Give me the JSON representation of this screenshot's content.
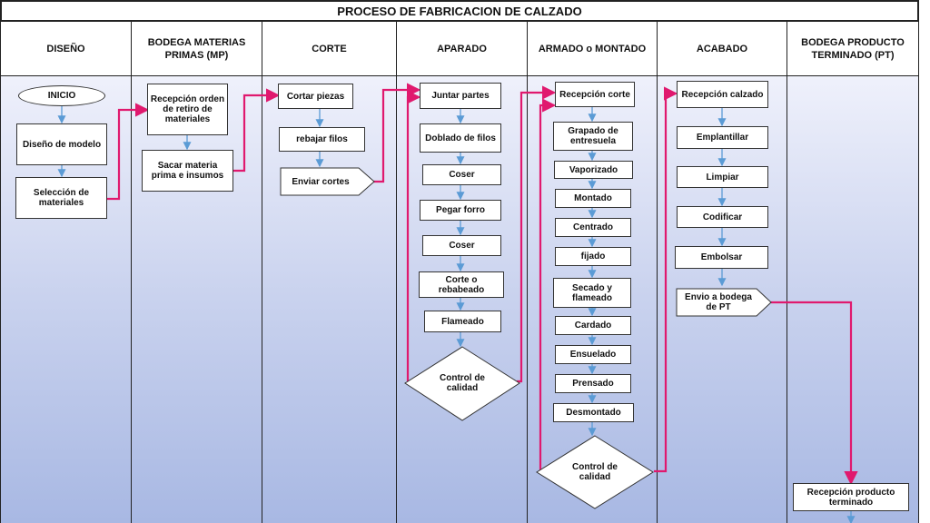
{
  "title": "PROCESO DE FABRICACION DE CALZADO",
  "lanes": [
    {
      "label": "DISEÑO"
    },
    {
      "label": "BODEGA MATERIAS PRIMAS (MP)"
    },
    {
      "label": "CORTE"
    },
    {
      "label": "APARADO"
    },
    {
      "label": "ARMADO o MONTADO"
    },
    {
      "label": "ACABADO"
    },
    {
      "label": "BODEGA PRODUCTO TERMINADO (PT)"
    }
  ],
  "diseno": {
    "inicio": "INICIO",
    "diseno_modelo": "Diseño de modelo",
    "seleccion": "Selección de materiales"
  },
  "bodega_mp": {
    "recepcion_orden": "Recepción orden de retiro de materiales",
    "sacar_materia": "Sacar materia prima e insumos"
  },
  "corte": {
    "cortar_piezas": "Cortar piezas",
    "rebajar_filos": "rebajar filos",
    "enviar_cortes": "Enviar cortes"
  },
  "aparado": {
    "juntar_partes": "Juntar partes",
    "doblado_filos": "Doblado de filos",
    "coser_1": "Coser",
    "pegar_forro": "Pegar forro",
    "coser_2": "Coser",
    "corte_rebabeado": "Corte o rebabeado",
    "flameado": "Flameado",
    "control_calidad": "Control de calidad"
  },
  "armado": {
    "recepcion_corte": "Recepción corte",
    "grapado": "Grapado de entresuela",
    "vaporizado": "Vaporizado",
    "montado": "Montado",
    "centrado": "Centrado",
    "fijado": "fijado",
    "secado": "Secado y flameado",
    "cardado": "Cardado",
    "ensuelado": "Ensuelado",
    "prensado": "Prensado",
    "desmontado": "Desmontado",
    "control_calidad": "Control de calidad"
  },
  "acabado": {
    "recepcion_calzado": "Recepción calzado",
    "emplantillar": "Emplantillar",
    "limpiar": "Limpiar",
    "codificar": "Codificar",
    "embolsar": "Embolsar",
    "envio_bodega": "Envio a bodega de PT"
  },
  "bodega_pt": {
    "recepcion_producto": "Recepción producto terminado"
  },
  "colors": {
    "flow_arrow": "#5b9bd5",
    "connector": "#e0196e",
    "border": "#222222"
  }
}
